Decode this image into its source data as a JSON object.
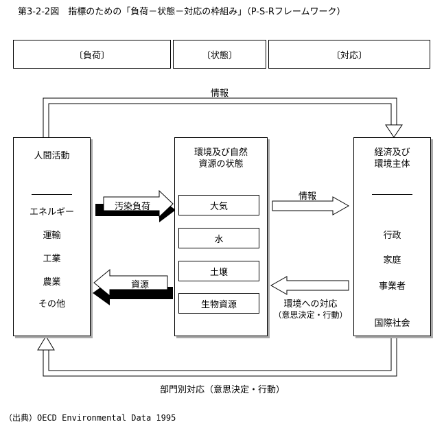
{
  "title": "第3-2-2図　指標のための「負荷－状態－対応の枠組み」（P-S-Rフレームワーク）",
  "headers": {
    "pressure": "〔負荷〕",
    "state": "〔状態〕",
    "response": "〔対応〕"
  },
  "arrows": {
    "top_info": "情報",
    "pollution": "汚染負荷",
    "resources": "資源",
    "mid_info": "情報",
    "response_line1": "環境への対応",
    "response_line2": "（意思決定・行動）",
    "bottom": "部門別対応（意思決定・行動）"
  },
  "left_box": {
    "title": "人間活動",
    "items": [
      "エネルギー",
      "運輸",
      "工業",
      "農業",
      "その他"
    ]
  },
  "center_box": {
    "title_line1": "環境及び自然",
    "title_line2": "資源の状態",
    "items": [
      "大気",
      "水",
      "土壌",
      "生物資源"
    ]
  },
  "right_box": {
    "title_line1": "経済及び",
    "title_line2": "環境主体",
    "items": [
      "行政",
      "家庭",
      "事業者",
      "国際社会"
    ]
  },
  "source": "（出典）OECD Environmental Data 1995"
}
